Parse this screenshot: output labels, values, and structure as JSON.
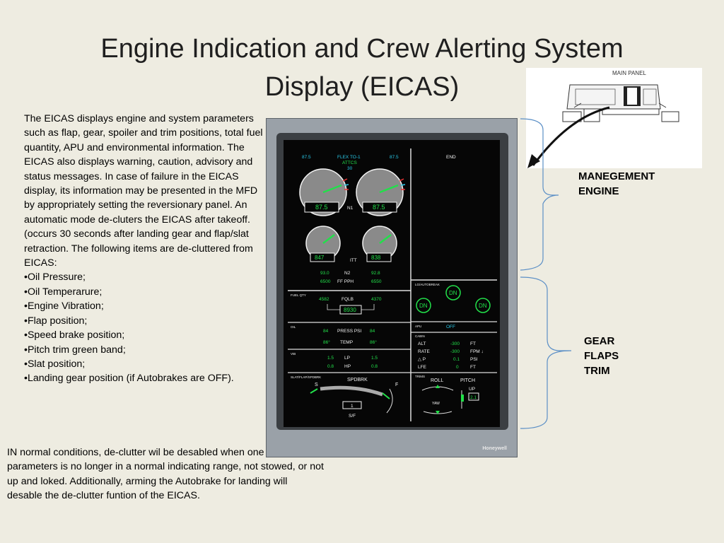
{
  "title_line1": "Engine Indication and Crew Alerting System",
  "title_line2": "Display (EICAS)",
  "description": {
    "paragraph": "The EICAS displays engine and system parameters such as flap, gear, spoiler and trim positions, total fuel quantity, APU and environmental information. The EICAS also displays warning, caution, advisory and status messages. In case of failure in the EICAS display, its information may be presented in the  MFD by appropriately setting the reversionary panel. An automatic mode de-cluters the EICAS after takeoff. (occurs 30 seconds after landing gear and flap/slat retraction. The following items are de-cluttered from EICAS:",
    "bullets": [
      "•Oil Pressure;",
      "•Oil Temperarure;",
      "•Engine Vibration;",
      "•Flap position;",
      "•Speed brake position;",
      "•Pitch trim green band;",
      "•Slat position;",
      "•Landing gear position (if Autobrakes are OFF)."
    ]
  },
  "bottom_text": "IN normal conditions, de-clutter wil be desabled when one of the above parameters is no longer in a normal indicating range, not stowed, or not up and loked. Additionally, arming the Autobrake for landing will desable the de-clutter funtion of the EICAS.",
  "side_labels": {
    "management_line1": "MANEGEMENT",
    "management_line2": "ENGINE",
    "gear_line1": "GEAR",
    "gear_line2": "FLAPS",
    "gear_line3": "TRIM"
  },
  "main_panel_caption": "MAIN PANEL",
  "eicas": {
    "brand": "Honeywell",
    "n1_left_top": "87.5",
    "n1_right_top": "87.5",
    "thrust_mode": "FLEX TO-1",
    "attcs": "ATTCS",
    "flex_temp": "30",
    "n1_left_box": "87.5",
    "n1_right_box": "87.5",
    "n1_label": "N1",
    "itt_left_box": "847",
    "itt_right_box": "838",
    "itt_label": "ITT",
    "n2_left": "93.0",
    "n2_label": "N2",
    "n2_right": "92.8",
    "ff_left": "6500",
    "ff_label": "FF PPH",
    "ff_right": "6550",
    "end_label": "END",
    "fuel_qty_label": "FUEL QTY",
    "fuel_left": "4582",
    "fqlb_label": "FQLB",
    "fuel_right": "4370",
    "fuel_total": "8930",
    "oil_label": "OIL",
    "oil_press_left": "84",
    "oil_press_label": "PRESS PSI",
    "oil_press_right": "84",
    "oil_temp_left": "86°",
    "oil_temp_label": "TEMP",
    "oil_temp_right": "86°",
    "vib_label": "VIB",
    "vib_lp_left": "1.5",
    "vib_lp_label": "LP",
    "vib_lp_right": "1.5",
    "vib_hp_left": "0.8",
    "vib_hp_label": "HP",
    "vib_hp_right": "0.8",
    "slat_flap_label": "SLAT/FLAP/SPDBRK",
    "spdbrk_label": "SPDBRK",
    "slat_s": "S",
    "flap_f": "F",
    "flap_box": "1",
    "sf_label": "S/F",
    "lg_label": "LG/AUTOBREAK",
    "dn": "DN",
    "apu_label": "APU",
    "apu_status": "OFF",
    "cabin_label": "CABIN",
    "cabin_rows": [
      {
        "name": "ALT",
        "value": "-300",
        "unit": "FT"
      },
      {
        "name": "RATE",
        "value": "-300",
        "unit": "FPM ↓"
      },
      {
        "name": "△ P",
        "value": "0.1",
        "unit": "PSI"
      },
      {
        "name": "LFE",
        "value": "0",
        "unit": "FT"
      }
    ],
    "trims_label": "TRIMS",
    "roll_label": "ROLL",
    "pitch_label": "PITCH",
    "up_label": "UP",
    "pitch_value": "2.1",
    "yaw_label": "YAW"
  },
  "colors": {
    "background": "#eeece1",
    "eicas_green": "#22e04a",
    "eicas_cyan": "#29c9e8",
    "eicas_white": "#f2f2f2",
    "bracket_blue": "#5b8fc6"
  }
}
